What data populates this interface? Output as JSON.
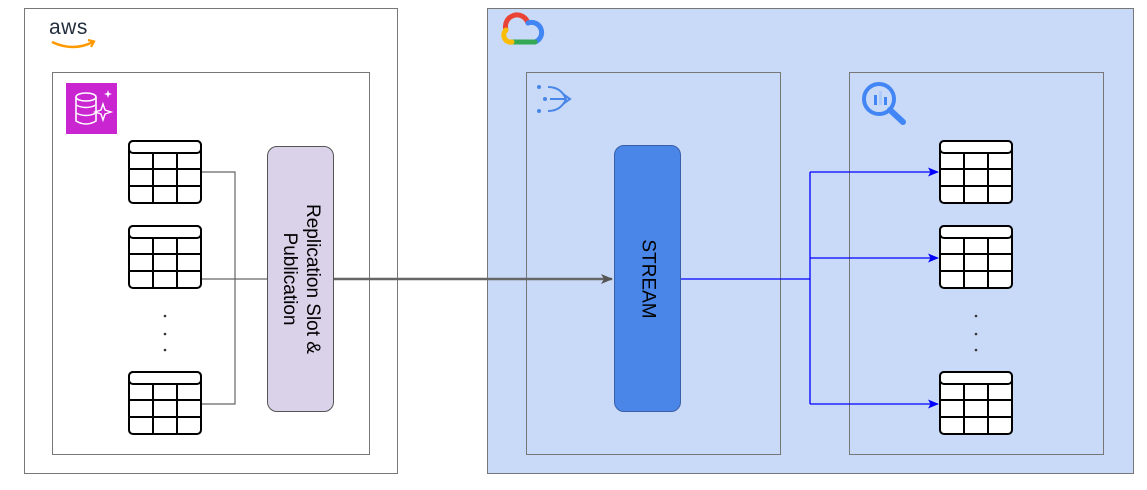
{
  "aws": {
    "logo_text": "aws"
  },
  "replication": {
    "label_line1": "Replication Slot &",
    "label_line2": "Publication"
  },
  "stream": {
    "label": "STREAM"
  },
  "colors": {
    "gcp_panel": "#c9daf8",
    "stream_box": "#4a86e8",
    "replication_box": "#d9d2e9",
    "rds_icon": "#c925d1",
    "fanout_arrow": "#0000ff",
    "main_arrow": "#666666"
  },
  "icons": [
    "aws-logo",
    "rds-database-icon",
    "google-cloud-icon",
    "datastream-icon",
    "bigquery-icon",
    "table-icon"
  ]
}
